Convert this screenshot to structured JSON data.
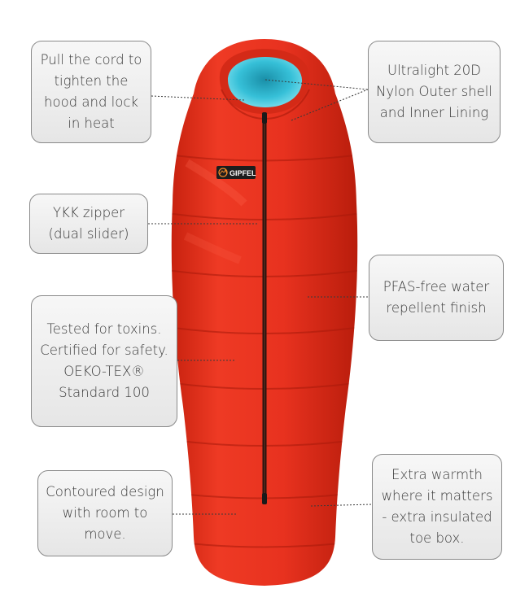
{
  "brand": {
    "label": "GIPFEL",
    "logo_icon": "mountain-circle-icon"
  },
  "colors": {
    "shell": "#e8321f",
    "lining": "#36c0d8",
    "zipper": "#2a1410",
    "callout_bg": "#ececec",
    "callout_border": "#8a8a8a",
    "text": "#3a3a3a"
  },
  "callouts": {
    "hood": "Pull the cord to tighten the hood and lock in heat",
    "nylon": "Ultralight 20D Nylon Outer shell and Inner Lining",
    "zipper": "YKK zipper (dual slider)",
    "pfas": "PFAS-free water repellent finish",
    "oekotex": "Tested for toxins. Certified for safety. OEKO-TEX® Standard 100",
    "contoured": "Contoured design with room to move.",
    "toebox": "Extra warmth where it matters - extra insulated toe box."
  }
}
